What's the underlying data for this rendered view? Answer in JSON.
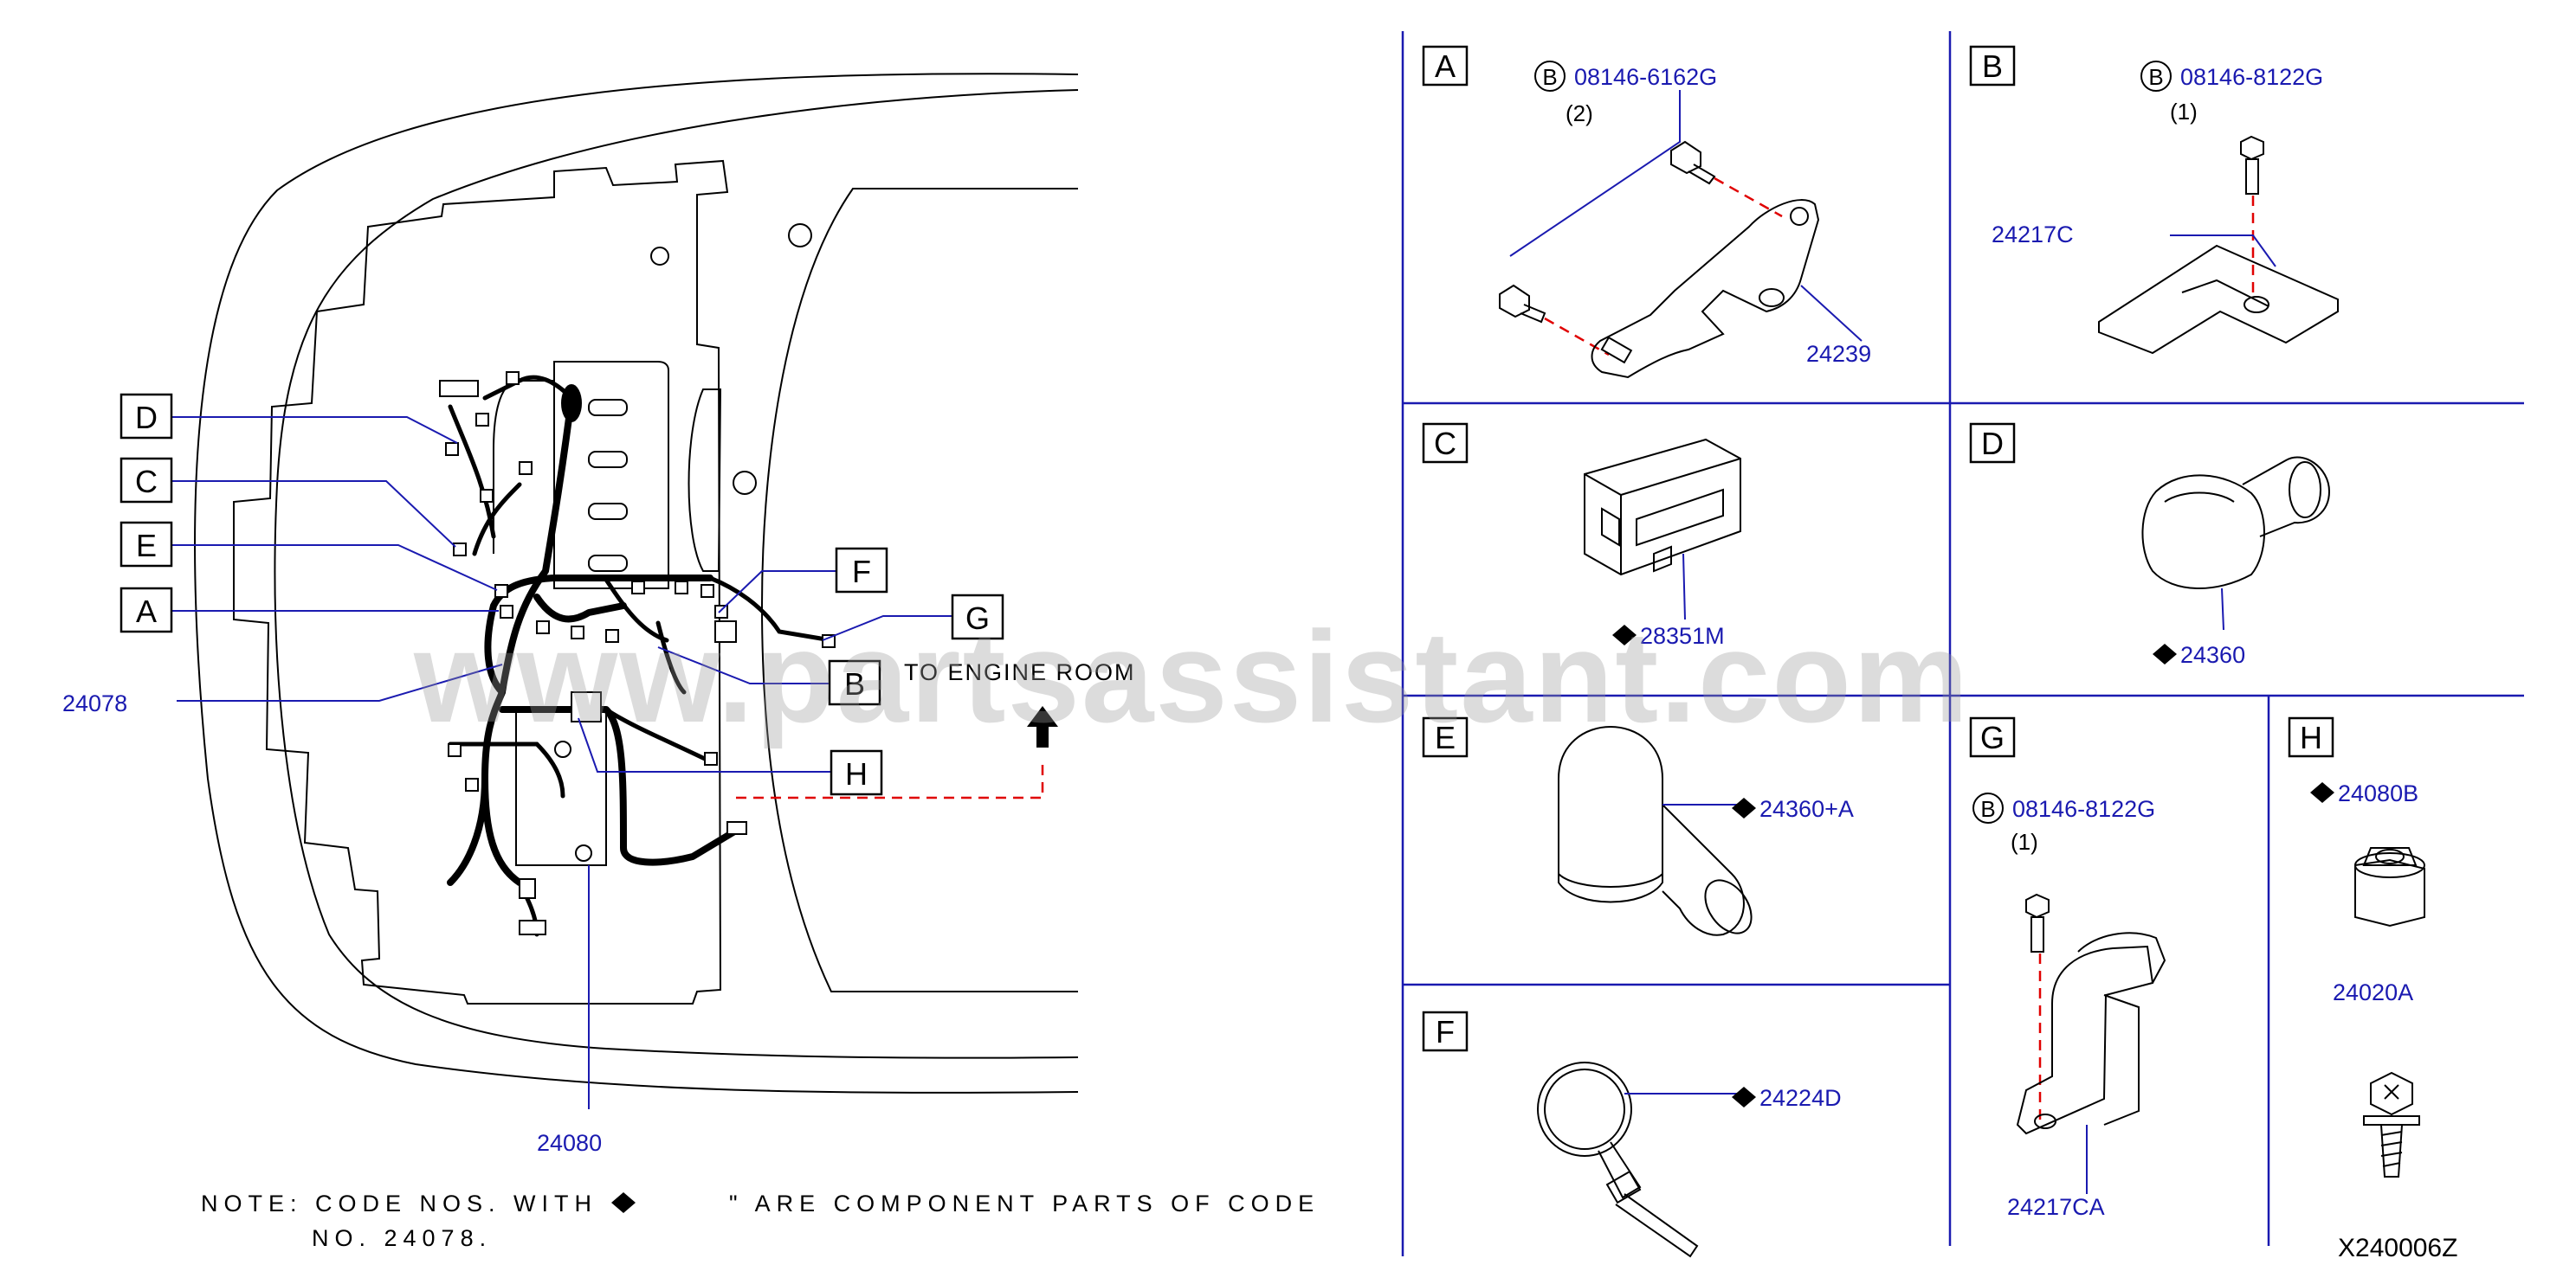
{
  "watermark": "www.partsassistant.com",
  "callouts": {
    "d": "D",
    "c": "C",
    "e": "E",
    "a": "A",
    "f": "F",
    "g": "G",
    "b": "B",
    "h": "H"
  },
  "main": {
    "harness_part": "24078",
    "bracket_part": "24080",
    "to_engine_room": "TO  ENGINE  ROOM"
  },
  "note": {
    "line1_a": "NOTE:  CODE  NOS.  WITH",
    "line1_b": "\"  ARE  COMPONENT  PARTS  OF  CODE",
    "line2": "NO.  24078."
  },
  "panels": {
    "a": {
      "letter": "A",
      "bolt_marker": "B",
      "bolt": "08146-6162G",
      "qty": "(2)",
      "part": "24239"
    },
    "b": {
      "letter": "B",
      "bolt_marker": "B",
      "bolt": "08146-8122G",
      "qty": "(1)",
      "part": "24217C"
    },
    "c": {
      "letter": "C",
      "part": "28351M"
    },
    "d": {
      "letter": "D",
      "part": "24360"
    },
    "e": {
      "letter": "E",
      "part": "24360+A"
    },
    "f": {
      "letter": "F",
      "part": "24224D"
    },
    "g": {
      "letter": "G",
      "bolt_marker": "B",
      "bolt": "08146-8122G",
      "qty": "(1)",
      "part": "24217CA"
    },
    "h": {
      "letter": "H",
      "part_top": "24080B",
      "part_bottom": "24020A"
    }
  },
  "diagram_code": "X240006Z",
  "colors": {
    "part_number": "#1a1ab0",
    "dashed_line": "#e00000",
    "grid": "#1a1ab0"
  }
}
